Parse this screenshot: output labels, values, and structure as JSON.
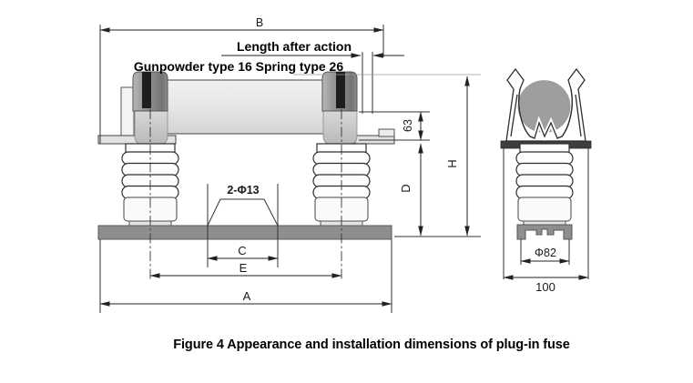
{
  "caption": "Figure 4 Appearance and installation dimensions of plug-in fuse",
  "front_view": {
    "name": "front view of plug-in fuse",
    "annotations": {
      "length_after_action": "Length after action",
      "type_note": "Gunpowder type 16 Spring type 26"
    },
    "dims": {
      "b": "B",
      "a": "A",
      "c": "C",
      "e": "E",
      "d": "D",
      "h": "H",
      "height_63": "63",
      "holes": "2-Φ13"
    }
  },
  "side_view": {
    "name": "side view of plug-in fuse",
    "dims": {
      "diameter": "Φ82",
      "width_100": "100"
    }
  },
  "colors": {
    "line": "#222222",
    "plate_gray": "#8e8e8e",
    "ferrule_gray": "#8f8f8f",
    "body_gray": "#e6e6e6",
    "stripe_black": "#1e1e1e",
    "fuse_circle_gray": "#9e9e9e",
    "clip_bar_dark": "#3d3d3d"
  }
}
